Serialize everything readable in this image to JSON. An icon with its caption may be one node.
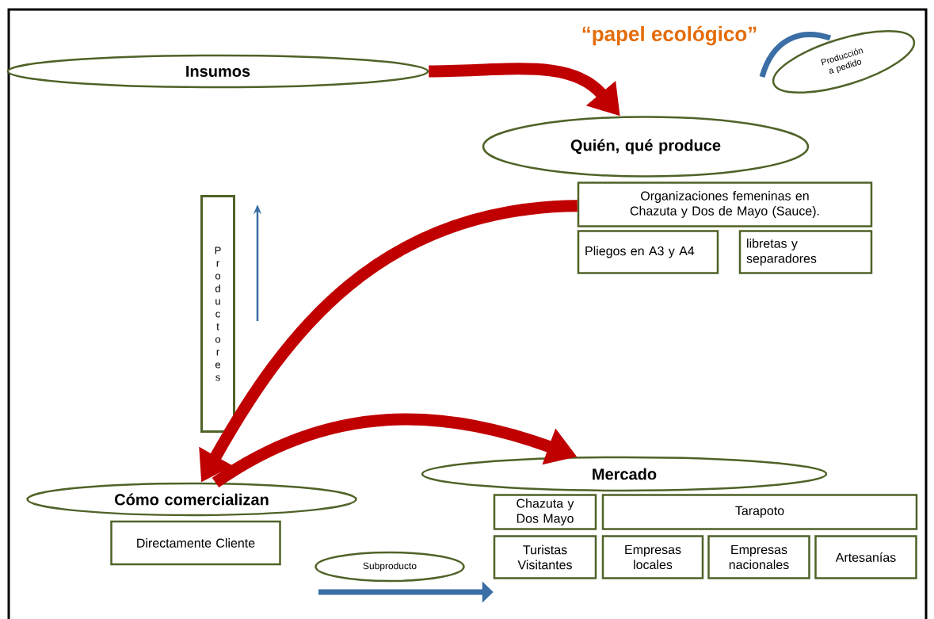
{
  "diagram": {
    "title": "“papel ecológico”",
    "nodes": [
      {
        "text": [
          "Insumos"
        ]
      },
      {
        "text": [
          "Producción a pedido"
        ]
      },
      {
        "text": [
          "Quién, qué produce"
        ]
      },
      {
        "text": [
          "Organizaciones femeninas en Chazuta y Dos de Mayo (Sauce)."
        ]
      },
      {
        "text": [
          "Pliegos en A3 y A4"
        ]
      },
      {
        "text": [
          "libretas y separadores"
        ]
      },
      {
        "text": [
          "Productores"
        ]
      },
      {
        "text": [
          "Cómo comercializan"
        ]
      },
      {
        "text": [
          "Directamente Cliente"
        ]
      },
      {
        "text": [
          "Subproducto"
        ]
      },
      {
        "text": [
          "Mercado"
        ]
      },
      {
        "text": [
          "Chazuta y Dos Mayo"
        ]
      },
      {
        "text": [
          "Tarapoto"
        ]
      },
      {
        "text": [
          "Turistas Visitantes"
        ]
      },
      {
        "text": [
          "Empresas locales"
        ]
      },
      {
        "text": [
          "Empresas nacionales"
        ]
      },
      {
        "text": [
          "Artesanías"
        ]
      }
    ],
    "edges": [
      {
        "from": 0,
        "to": 2,
        "arrow": "to"
      },
      {
        "from": 3,
        "to": 7,
        "arrow": "to"
      },
      {
        "from": 7,
        "to": 10,
        "arrow": "to"
      },
      {
        "from": null,
        "to": 13,
        "arrow": "to",
        "color": "#3a6ea5"
      }
    ]
  }
}
